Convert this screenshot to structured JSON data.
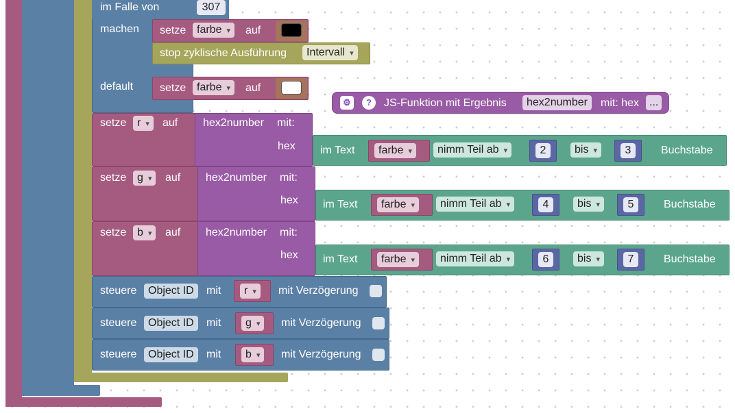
{
  "switch_case": {
    "case_label": "im Falle von",
    "case_value": "307",
    "do_label": "machen",
    "default_label": "default"
  },
  "set_color_black": {
    "setze": "setze",
    "var": "farbe",
    "auf": "auf",
    "color": "#000000"
  },
  "stop_interval": {
    "label": "stop zyklische Ausführung",
    "var": "Intervall"
  },
  "set_color_white": {
    "setze": "setze",
    "var": "farbe",
    "auf": "auf",
    "color": "#ffffff"
  },
  "js_function": {
    "label": "JS-Funktion mit Ergebnis",
    "name": "hex2number",
    "params": "mit: hex",
    "more": "..."
  },
  "rows": [
    {
      "setze": "setze",
      "var": "r",
      "auf": "auf",
      "fn": "hex2number",
      "mit": "mit:",
      "hex": "hex",
      "im_text": "im Text",
      "text_var": "farbe",
      "op": "nimm Teil ab",
      "from": "2",
      "bis": "bis",
      "to": "3",
      "suffix": "Buchstabe"
    },
    {
      "setze": "setze",
      "var": "g",
      "auf": "auf",
      "fn": "hex2number",
      "mit": "mit:",
      "hex": "hex",
      "im_text": "im Text",
      "text_var": "farbe",
      "op": "nimm Teil ab",
      "from": "4",
      "bis": "bis",
      "to": "5",
      "suffix": "Buchstabe"
    },
    {
      "setze": "setze",
      "var": "b",
      "auf": "auf",
      "fn": "hex2number",
      "mit": "mit:",
      "hex": "hex",
      "im_text": "im Text",
      "text_var": "farbe",
      "op": "nimm Teil ab",
      "from": "6",
      "bis": "bis",
      "to": "7",
      "suffix": "Buchstabe"
    }
  ],
  "controls": [
    {
      "steuere": "steuere",
      "object": "Object ID",
      "mit": "mit",
      "var": "r",
      "delay": "mit Verzögerung"
    },
    {
      "steuere": "steuere",
      "object": "Object ID",
      "mit": "mit",
      "var": "g",
      "delay": "mit Verzögerung"
    },
    {
      "steuere": "steuere",
      "object": "Object ID",
      "mit": "mit",
      "var": "b",
      "delay": "mit Verzögerung"
    }
  ],
  "colors": {
    "purple": "#995ba5",
    "mauve": "#a55b80",
    "teal": "#5ba58c",
    "blue": "#5b80a5",
    "olive": "#a5a55b",
    "indigo": "#5b67a5"
  }
}
